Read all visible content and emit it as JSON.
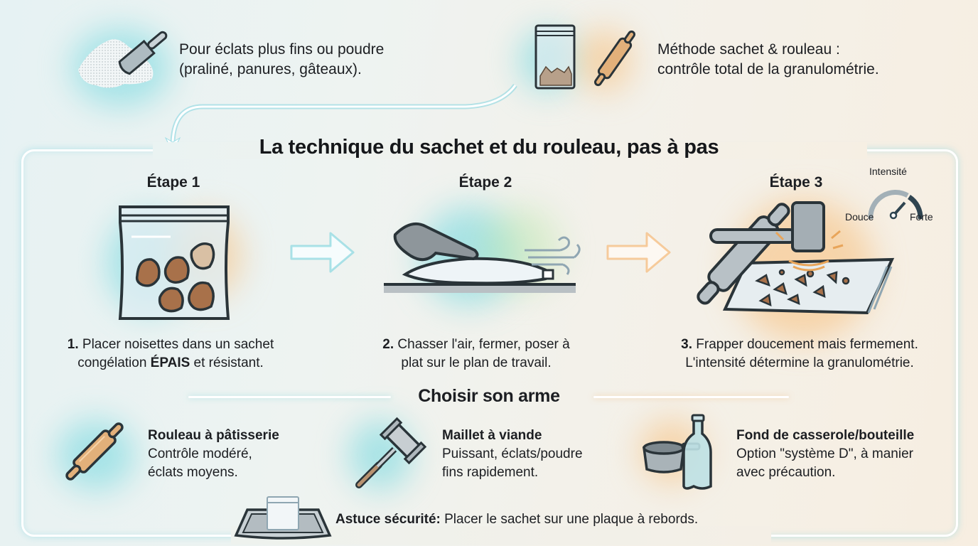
{
  "intro": {
    "powder_text_line1": "Pour éclats plus fins ou poudre",
    "powder_text_line2": "(praliné, panures, gâteaux).",
    "method_text_line1": "Méthode sachet & rouleau :",
    "method_text_line2": "contrôle total de la granulométrie."
  },
  "main_title": "La technique du sachet et du rouleau, pas à pas",
  "steps": [
    {
      "title": "Étape 1",
      "number": "1.",
      "text_line1": "Placer noisettes dans un sachet",
      "text_line2_pre": "congélation ",
      "text_line2_bold": "ÉPAIS",
      "text_line2_post": " et résistant.",
      "icon": "bag-with-hazelnuts-icon"
    },
    {
      "title": "Étape 2",
      "number": "2.",
      "text_line1": "Chasser l'air, fermer, poser à",
      "text_line2": "plat sur le plan de travail.",
      "icon": "hand-pressing-bag-icon"
    },
    {
      "title": "Étape 3",
      "number": "3.",
      "text_line1": "Frapper doucement mais fermement.",
      "text_line2": "L'intensité détermine la granulométrie.",
      "icon": "mallet-crushing-bag-icon"
    }
  ],
  "gauge": {
    "title": "Intensité",
    "low_label": "Douce",
    "high_label": "Forte"
  },
  "tools_section": {
    "title": "Choisir son arme",
    "tools": [
      {
        "name": "Rouleau à pâtisserie",
        "desc_line1": "Contrôle modéré,",
        "desc_line2": "éclats moyens.",
        "icon": "rolling-pin-icon"
      },
      {
        "name": "Maillet à viande",
        "desc_line1": "Puissant, éclats/poudre",
        "desc_line2": "fins rapidement.",
        "icon": "meat-mallet-icon"
      },
      {
        "name": "Fond de casserole/bouteille",
        "desc_line1": "Option \"système D\", à manier",
        "desc_line2": "avec précaution.",
        "icon": "pan-and-bottle-icon"
      }
    ]
  },
  "tip": {
    "label": "Astuce sécurité:",
    "text": " Placer le sachet sur une plaque à rebords."
  },
  "colors": {
    "teal_glow": "#6ed7de",
    "orange_glow": "#f8be78",
    "outline": "#2a3439",
    "hazelnut": "#a8714a",
    "wood": "#e2b07a"
  }
}
